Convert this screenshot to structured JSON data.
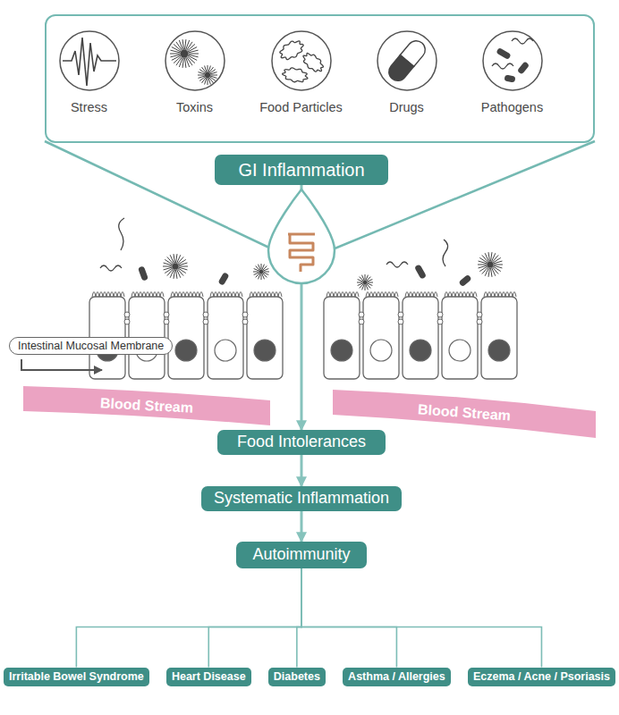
{
  "diagram": {
    "nodes": [
      {
        "text": [
          "Stress",
          "Toxins",
          "Food Particles",
          "Drugs",
          "Pathogens"
        ]
      },
      {
        "text": [
          "GI Inflammation"
        ]
      },
      {
        "text": [
          "Intestinal Mucosal Membrane"
        ]
      },
      {
        "text": [
          "Blood Stream"
        ]
      },
      {
        "text": [
          "Blood Stream"
        ]
      },
      {
        "text": [
          "Food Intolerances"
        ]
      },
      {
        "text": [
          "Systematic Inflammation"
        ]
      },
      {
        "text": [
          "Autoimmunity"
        ]
      },
      {
        "text": [
          "Irritable Bowel Syndrome"
        ]
      },
      {
        "text": [
          "Heart Disease"
        ]
      },
      {
        "text": [
          "Diabetes"
        ]
      },
      {
        "text": [
          "Asthma / Allergies"
        ]
      },
      {
        "text": [
          "Eczema / Acne / Psoriasis"
        ]
      }
    ],
    "edges": [
      {
        "from": 1,
        "to": 5,
        "arrow": "to"
      },
      {
        "from": 5,
        "to": 6,
        "arrow": "to"
      },
      {
        "from": 6,
        "to": 7,
        "arrow": "to"
      },
      {
        "from": 7,
        "to": 8,
        "arrow": "none"
      },
      {
        "from": 7,
        "to": 9,
        "arrow": "none"
      },
      {
        "from": 7,
        "to": 10,
        "arrow": "none"
      },
      {
        "from": 7,
        "to": 11,
        "arrow": "none"
      },
      {
        "from": 7,
        "to": 12,
        "arrow": "none"
      }
    ]
  }
}
